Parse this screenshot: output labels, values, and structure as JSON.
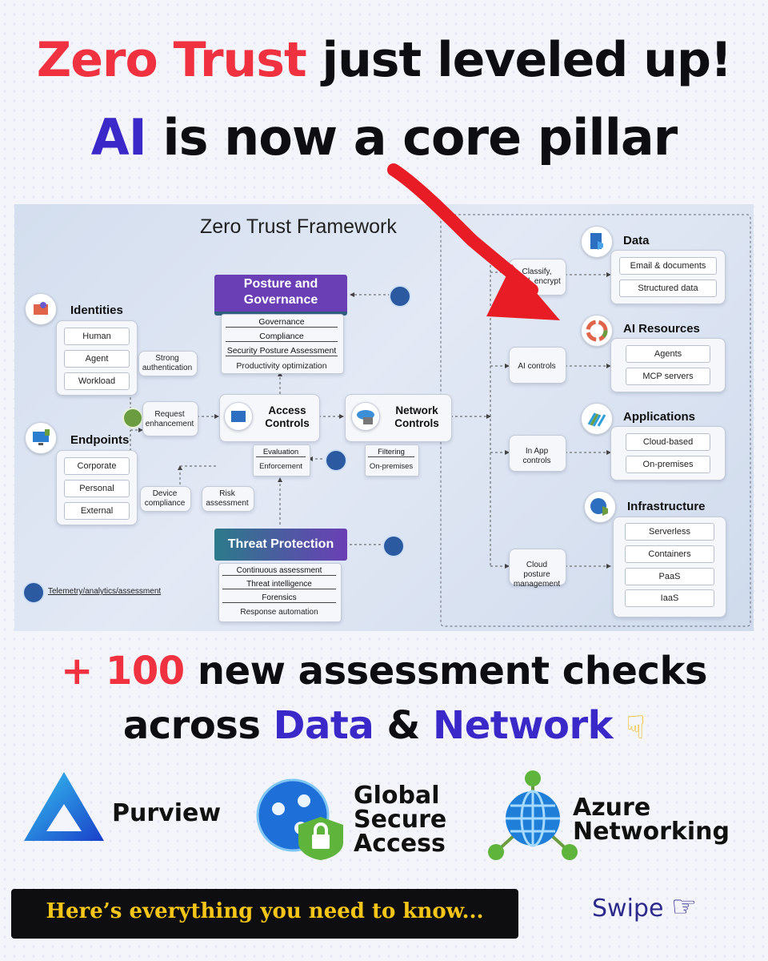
{
  "headline": {
    "line1_accent": "Zero Trust",
    "line1_rest": " just leveled up!",
    "line2_accent": "AI",
    "line2_rest": " is now a core pillar"
  },
  "diagram": {
    "title": "Zero Trust Framework",
    "identities": {
      "label": "Identities",
      "items": [
        "Human",
        "Agent",
        "Workload"
      ]
    },
    "endpoints": {
      "label": "Endpoints",
      "items": [
        "Corporate",
        "Personal",
        "External"
      ]
    },
    "strong_auth": "Strong authentication",
    "request_enh": "Request enhancement",
    "device_compliance": "Device compliance",
    "risk_assessment": "Risk assessment",
    "posture": {
      "label": "Posture and Governance",
      "items": [
        "Governance",
        "Compliance",
        "Security Posture Assessment",
        "Productivity optimization"
      ]
    },
    "access": {
      "label": "Access Controls",
      "items": [
        "Evaluation",
        "Enforcement"
      ]
    },
    "network": {
      "label": "Network Controls",
      "items": [
        "Filtering",
        "On-premises"
      ]
    },
    "threat": {
      "label": "Threat Protection",
      "items": [
        "Continuous assessment",
        "Threat intelligence",
        "Forensics",
        "Response automation"
      ]
    },
    "telemetry": "Telemetry/analytics/assessment",
    "classify": "Classify, label, encrypt",
    "ai_controls": "AI controls",
    "in_app": "In App controls",
    "cloud_posture": "Cloud posture management",
    "data": {
      "label": "Data",
      "items": [
        "Email & documents",
        "Structured data"
      ]
    },
    "ai_resources": {
      "label": "AI Resources",
      "items": [
        "Agents",
        "MCP servers"
      ]
    },
    "applications": {
      "label": "Applications",
      "items": [
        "Cloud-based",
        "On-premises"
      ]
    },
    "infrastructure": {
      "label": "Infrastructure",
      "items": [
        "Serverless",
        "Containers",
        "PaaS",
        "IaaS"
      ]
    }
  },
  "subheadline": {
    "plus": "+ 100",
    "line1_rest": " new assessment checks",
    "line2_pre": "across ",
    "data": "Data",
    "amp": " & ",
    "network": "Network"
  },
  "products": {
    "purview": "Purview",
    "gsa": [
      "Global",
      "Secure",
      "Access"
    ],
    "azure": [
      "Azure",
      "Networking"
    ]
  },
  "cta": "Here’s everything you need to know...",
  "swipe": "Swipe",
  "colors": {
    "accent_red": "#f03140",
    "accent_blue": "#3b28c8",
    "cta_yellow": "#f5c518"
  },
  "icons": [
    "pointing-down-emoji",
    "pointing-right-hand-icon",
    "purview-logo",
    "global-secure-access-logo",
    "azure-networking-logo"
  ]
}
